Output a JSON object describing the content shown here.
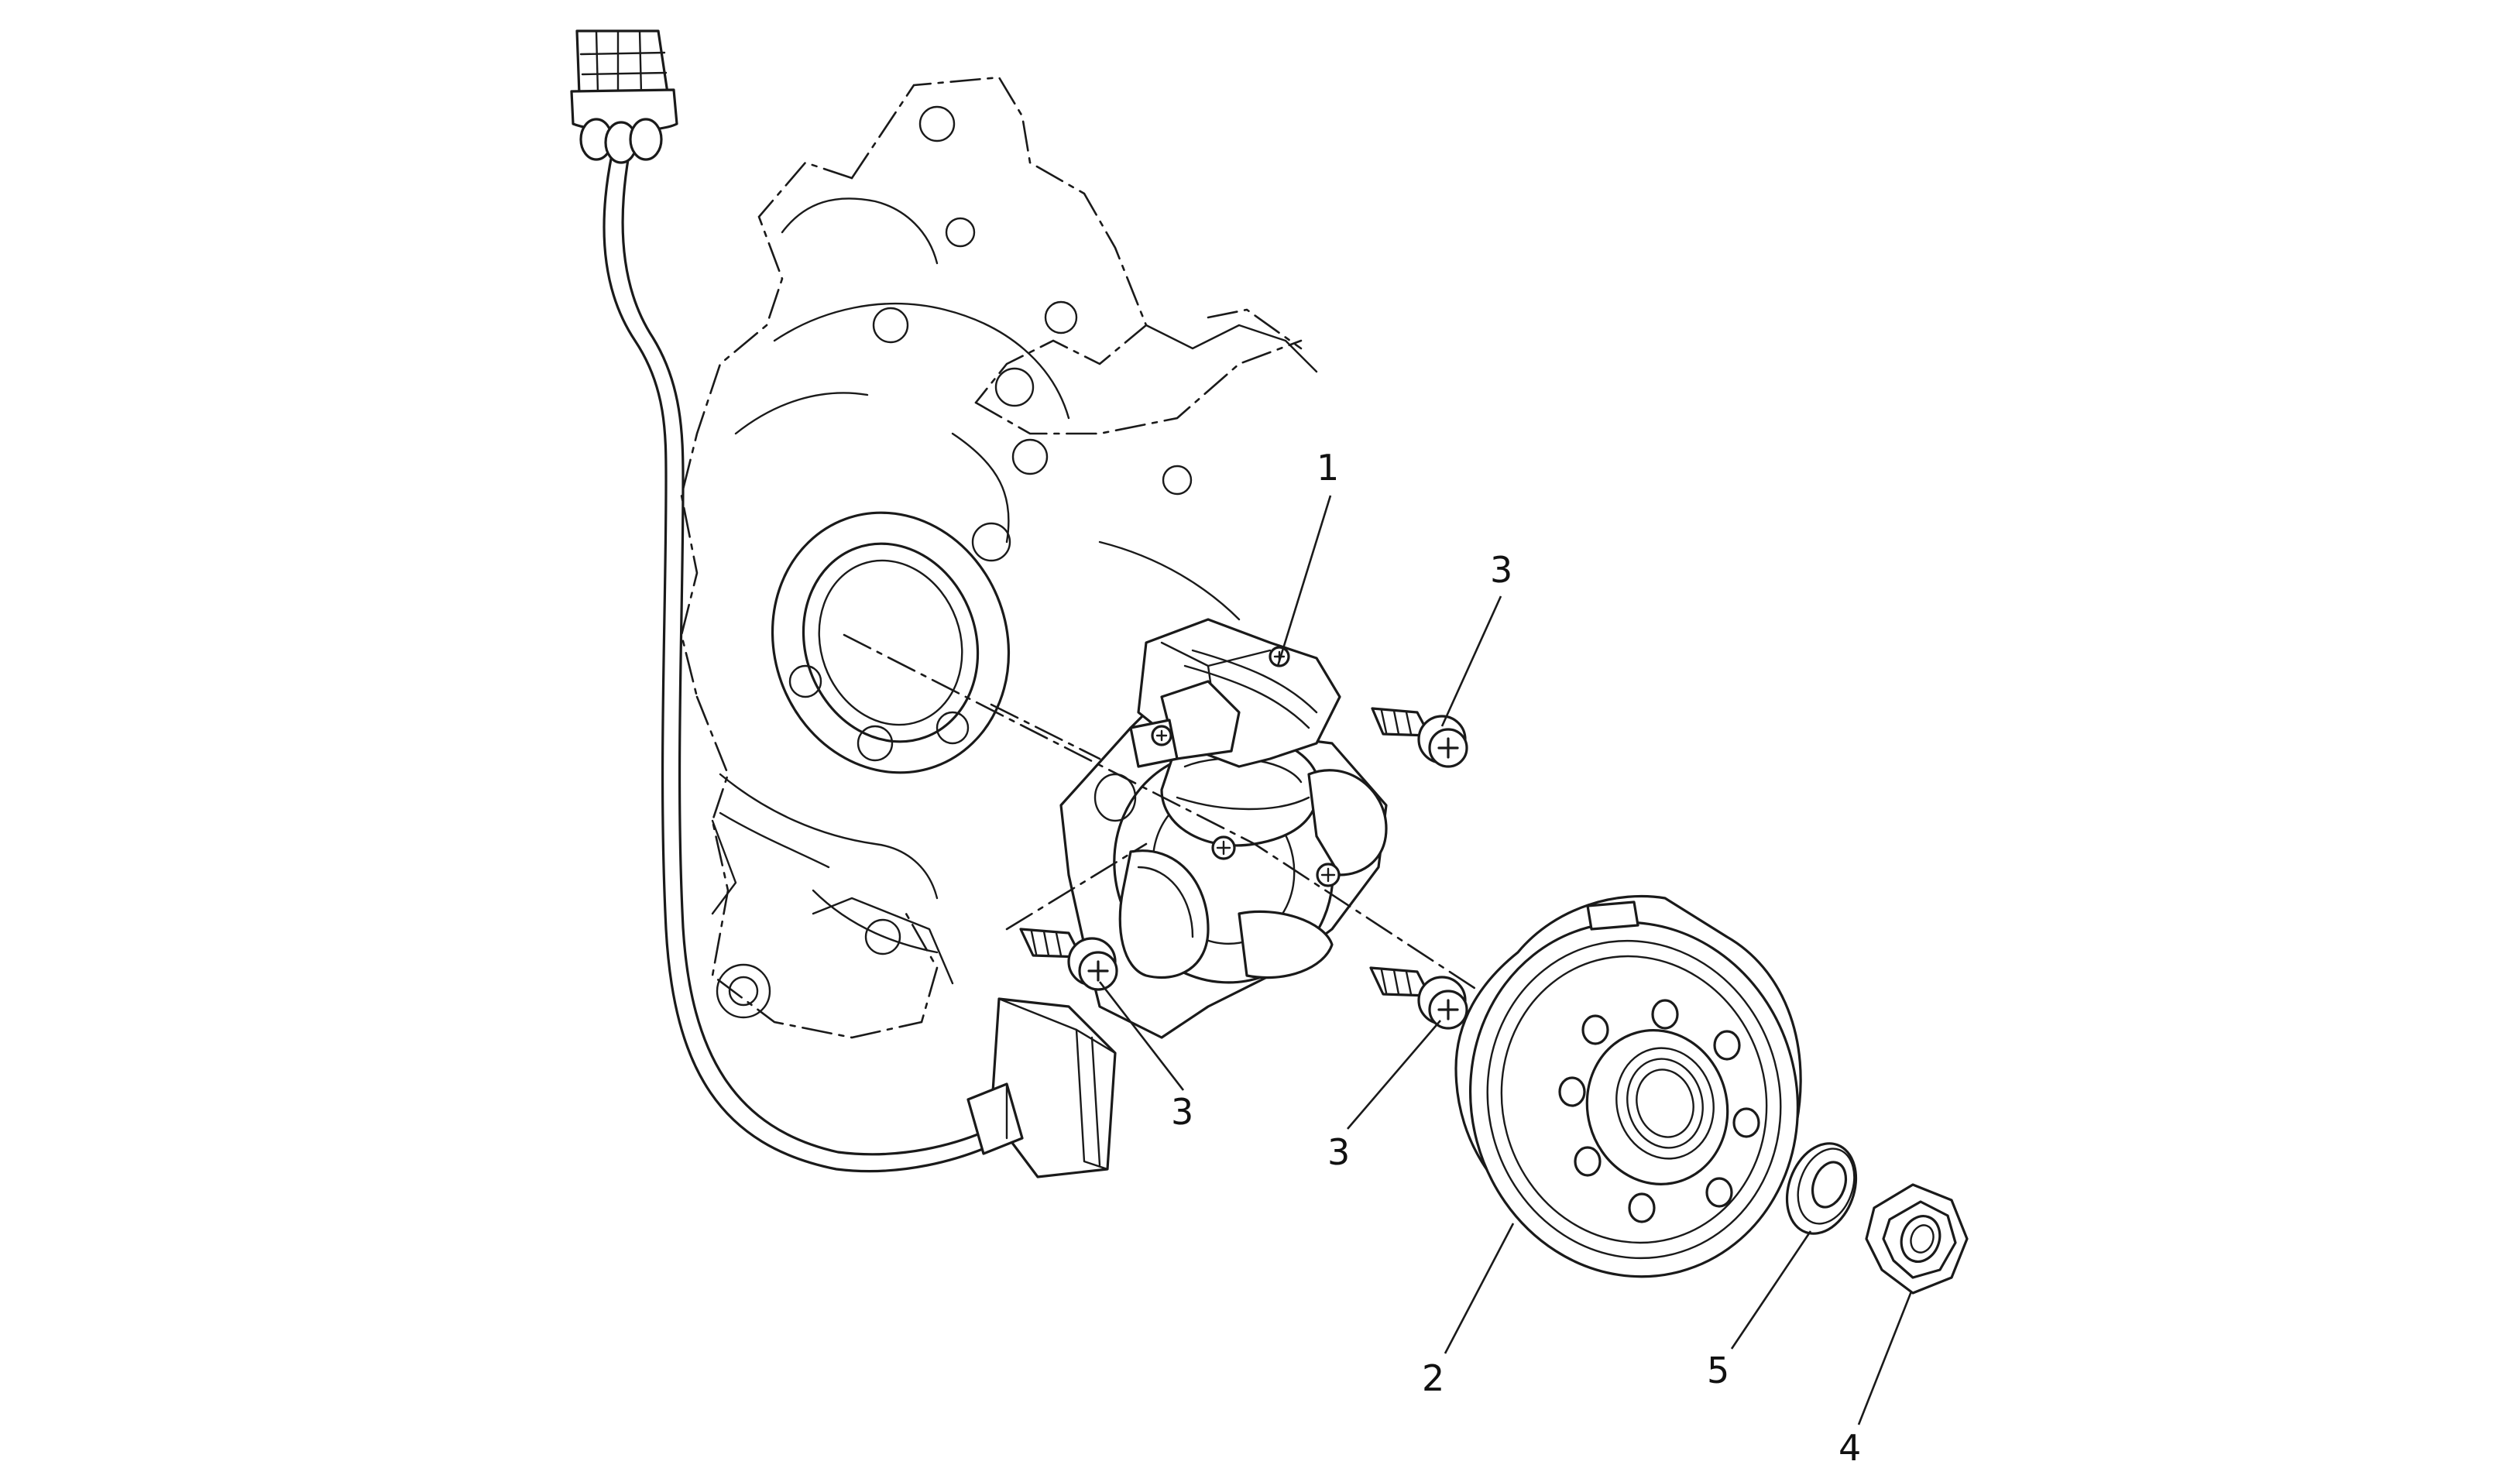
{
  "callouts": {
    "c1": "1",
    "c2": "2",
    "c3a": "3",
    "c3b": "3",
    "c3c": "3",
    "c4": "4",
    "c5": "5"
  },
  "colors": {
    "line": "#1a1a1a",
    "background": "#ffffff"
  }
}
